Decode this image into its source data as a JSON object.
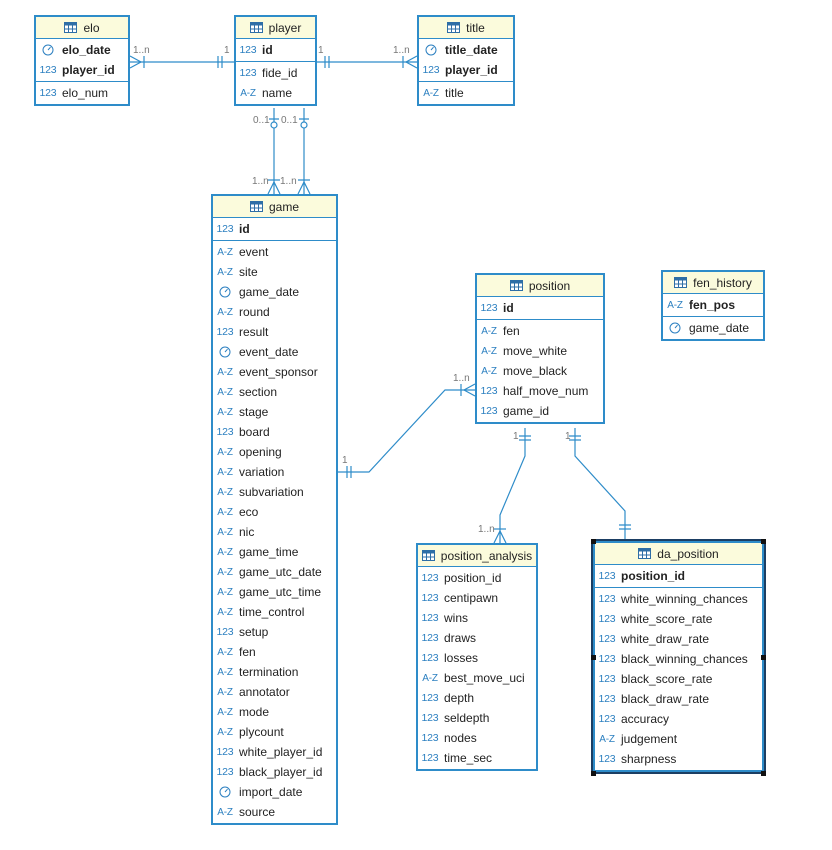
{
  "entities": {
    "elo": {
      "title": "elo",
      "pk": [
        {
          "name": "elo_date",
          "type": "date"
        },
        {
          "name": "player_id",
          "type": "123"
        }
      ],
      "cols": [
        {
          "name": "elo_num",
          "type": "123"
        }
      ]
    },
    "player": {
      "title": "player",
      "pk": [
        {
          "name": "id",
          "type": "123"
        }
      ],
      "cols": [
        {
          "name": "fide_id",
          "type": "123"
        },
        {
          "name": "name",
          "type": "A-Z"
        }
      ]
    },
    "title": {
      "title": "title",
      "pk": [
        {
          "name": "title_date",
          "type": "date"
        },
        {
          "name": "player_id",
          "type": "123"
        }
      ],
      "cols": [
        {
          "name": "title",
          "type": "A-Z"
        }
      ]
    },
    "game": {
      "title": "game",
      "pk": [
        {
          "name": "id",
          "type": "123"
        }
      ],
      "cols": [
        {
          "name": "event",
          "type": "A-Z"
        },
        {
          "name": "site",
          "type": "A-Z"
        },
        {
          "name": "game_date",
          "type": "date"
        },
        {
          "name": "round",
          "type": "A-Z"
        },
        {
          "name": "result",
          "type": "123"
        },
        {
          "name": "event_date",
          "type": "date"
        },
        {
          "name": "event_sponsor",
          "type": "A-Z"
        },
        {
          "name": "section",
          "type": "A-Z"
        },
        {
          "name": "stage",
          "type": "A-Z"
        },
        {
          "name": "board",
          "type": "123"
        },
        {
          "name": "opening",
          "type": "A-Z"
        },
        {
          "name": "variation",
          "type": "A-Z"
        },
        {
          "name": "subvariation",
          "type": "A-Z"
        },
        {
          "name": "eco",
          "type": "A-Z"
        },
        {
          "name": "nic",
          "type": "A-Z"
        },
        {
          "name": "game_time",
          "type": "A-Z"
        },
        {
          "name": "game_utc_date",
          "type": "A-Z"
        },
        {
          "name": "game_utc_time",
          "type": "A-Z"
        },
        {
          "name": "time_control",
          "type": "A-Z"
        },
        {
          "name": "setup",
          "type": "123"
        },
        {
          "name": "fen",
          "type": "A-Z"
        },
        {
          "name": "termination",
          "type": "A-Z"
        },
        {
          "name": "annotator",
          "type": "A-Z"
        },
        {
          "name": "mode",
          "type": "A-Z"
        },
        {
          "name": "plycount",
          "type": "A-Z"
        },
        {
          "name": "white_player_id",
          "type": "123"
        },
        {
          "name": "black_player_id",
          "type": "123"
        },
        {
          "name": "import_date",
          "type": "date"
        },
        {
          "name": "source",
          "type": "A-Z"
        }
      ]
    },
    "position": {
      "title": "position",
      "pk": [
        {
          "name": "id",
          "type": "123"
        }
      ],
      "cols": [
        {
          "name": "fen",
          "type": "A-Z"
        },
        {
          "name": "move_white",
          "type": "A-Z"
        },
        {
          "name": "move_black",
          "type": "A-Z"
        },
        {
          "name": "half_move_num",
          "type": "123"
        },
        {
          "name": "game_id",
          "type": "123"
        }
      ]
    },
    "fen_history": {
      "title": "fen_history",
      "pk": [
        {
          "name": "fen_pos",
          "type": "A-Z"
        }
      ],
      "cols": [
        {
          "name": "game_date",
          "type": "date"
        }
      ]
    },
    "position_analysis": {
      "title": "position_analysis",
      "pk": [],
      "cols": [
        {
          "name": "position_id",
          "type": "123"
        },
        {
          "name": "centipawn",
          "type": "123"
        },
        {
          "name": "wins",
          "type": "123"
        },
        {
          "name": "draws",
          "type": "123"
        },
        {
          "name": "losses",
          "type": "123"
        },
        {
          "name": "best_move_uci",
          "type": "A-Z"
        },
        {
          "name": "depth",
          "type": "123"
        },
        {
          "name": "seldepth",
          "type": "123"
        },
        {
          "name": "nodes",
          "type": "123"
        },
        {
          "name": "time_sec",
          "type": "123"
        }
      ]
    },
    "da_position": {
      "title": "da_position",
      "pk": [
        {
          "name": "position_id",
          "type": "123"
        }
      ],
      "cols": [
        {
          "name": "white_winning_chances",
          "type": "123"
        },
        {
          "name": "white_score_rate",
          "type": "123"
        },
        {
          "name": "white_draw_rate",
          "type": "123"
        },
        {
          "name": "black_winning_chances",
          "type": "123"
        },
        {
          "name": "black_score_rate",
          "type": "123"
        },
        {
          "name": "black_draw_rate",
          "type": "123"
        },
        {
          "name": "accuracy",
          "type": "123"
        },
        {
          "name": "judgement",
          "type": "A-Z"
        },
        {
          "name": "sharpness",
          "type": "123"
        }
      ]
    }
  },
  "cardinalities": {
    "elo_player_many": "1..n",
    "elo_player_one": "1",
    "player_title_one": "1",
    "player_title_many": "1..n",
    "player_game_a_opt": "0..1",
    "player_game_b_opt": "0..1",
    "player_game_a_many": "1..n",
    "player_game_b_many": "1..n",
    "game_position_one": "1",
    "game_position_many": "1..n",
    "position_analysis_one": "1",
    "position_analysis_many": "1..n",
    "position_da_one": "1"
  },
  "colors": {
    "border": "#2e8cc9",
    "header": "#fbfbdc",
    "type_icon": "#2b7fc0",
    "card_label": "#777777"
  },
  "icons": {
    "table": "table-icon",
    "date": "clock-icon",
    "numeric": "123",
    "text": "A-Z"
  }
}
